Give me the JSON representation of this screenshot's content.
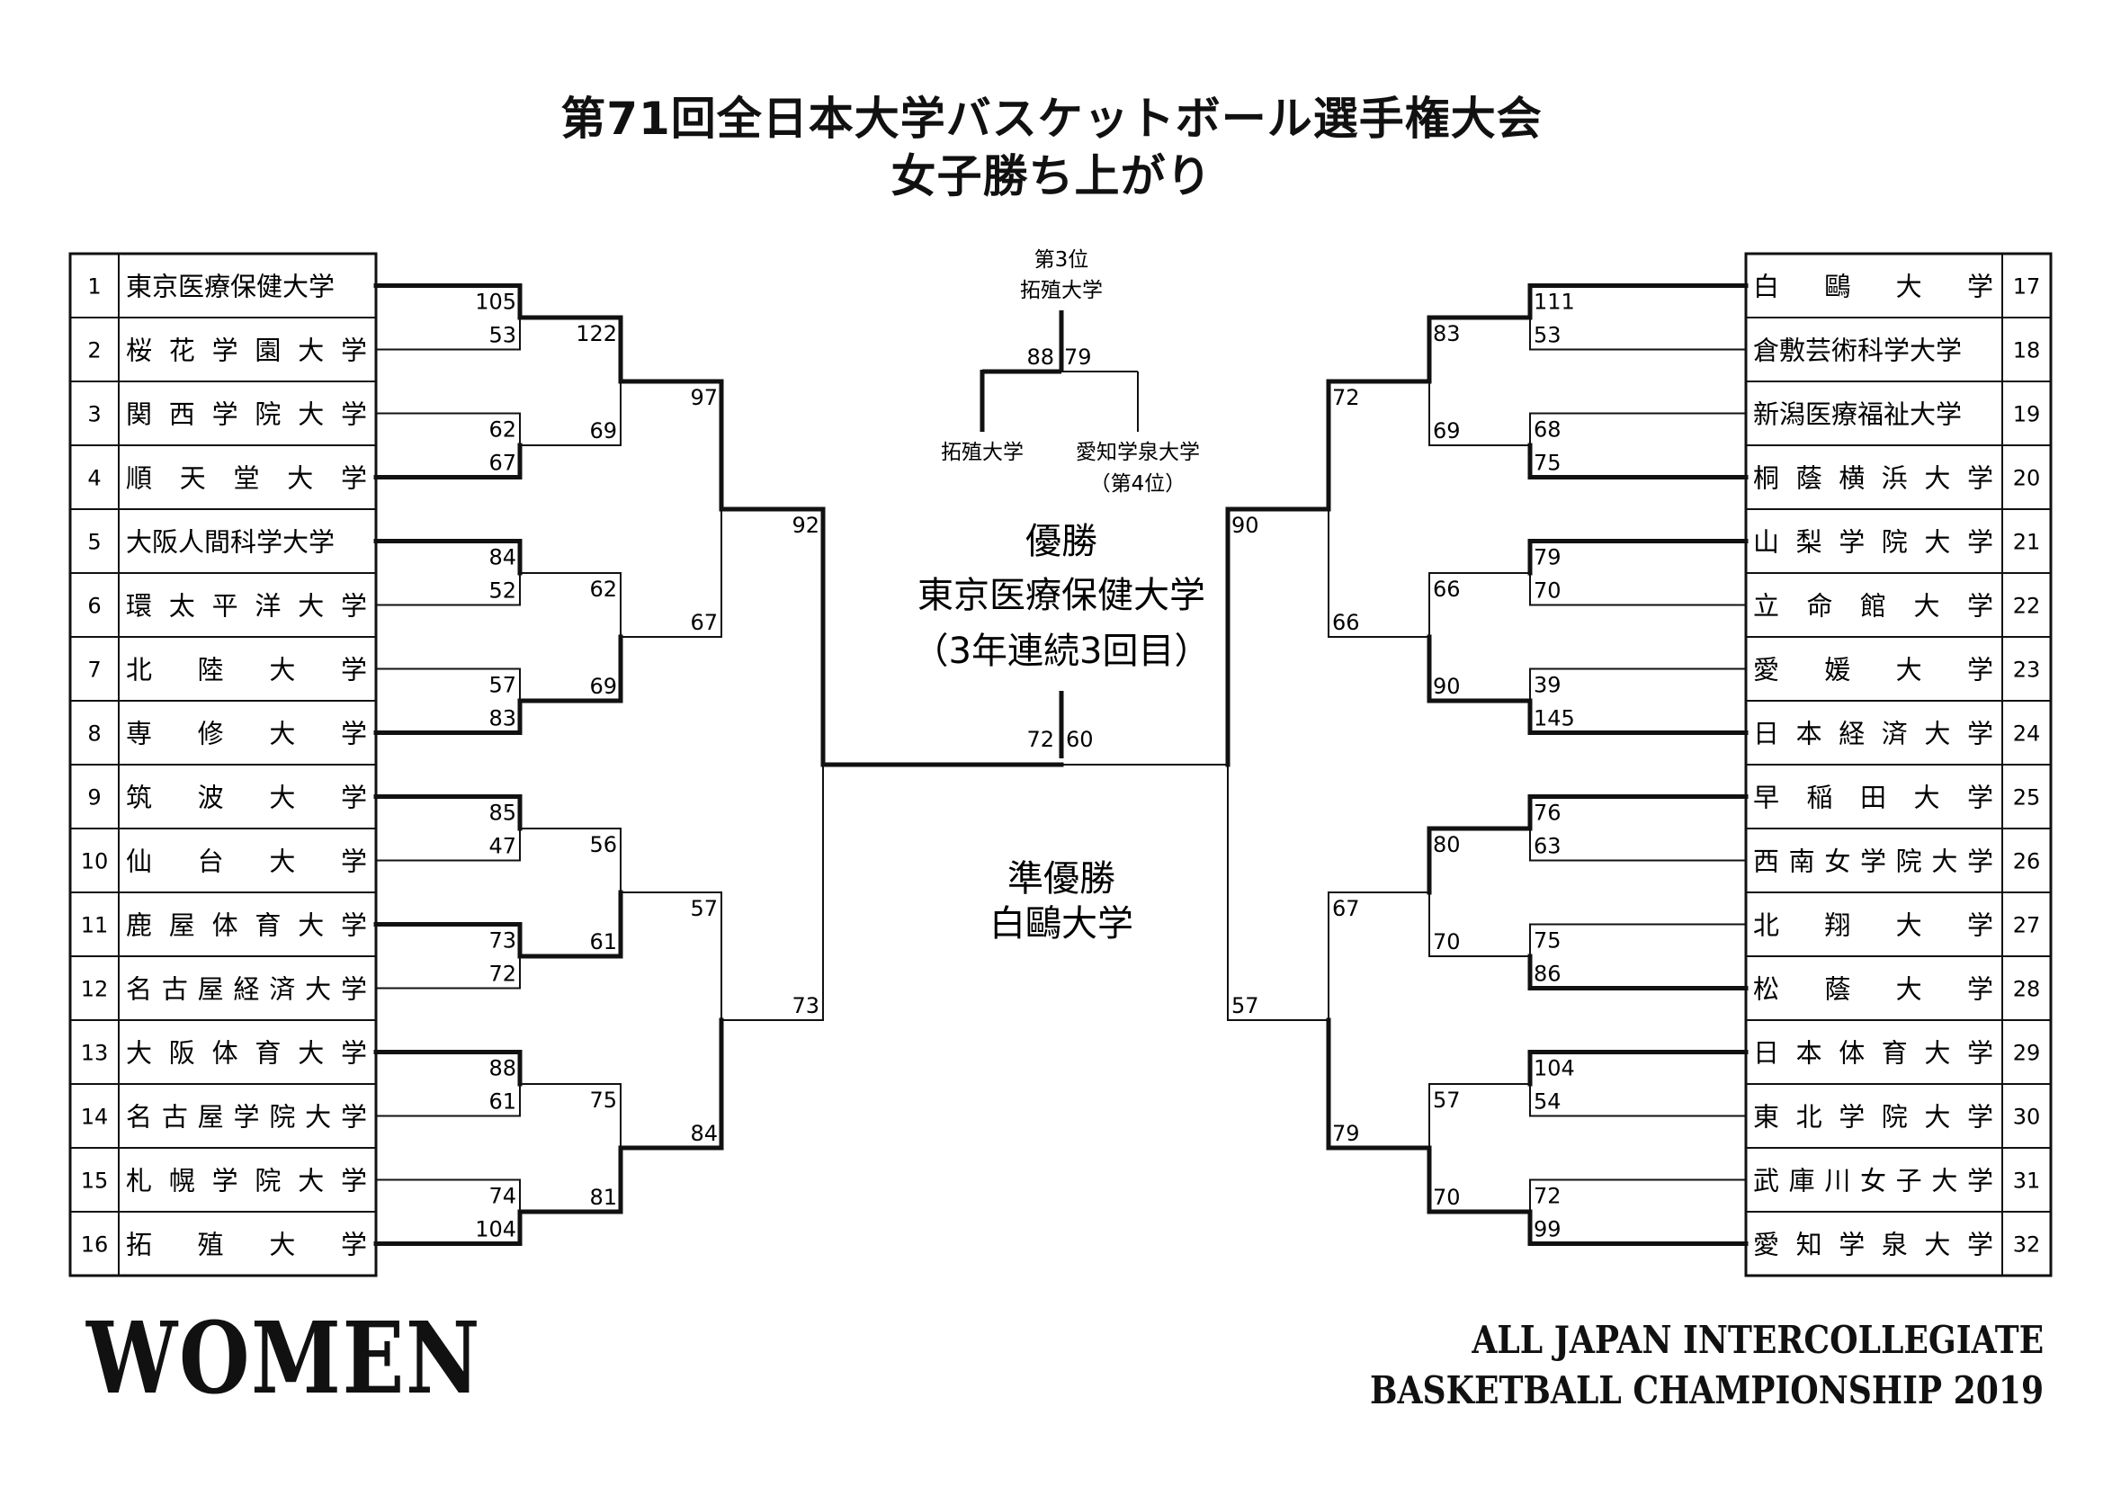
{
  "title": {
    "line1": "第71回全日本大学バスケットボール選手権大会",
    "line2": "女子勝ち上がり"
  },
  "left_teams": [
    {
      "seed": "1",
      "name": "東京医療保健大学",
      "spaced": false
    },
    {
      "seed": "2",
      "name": "桜花学園大学",
      "spaced": true
    },
    {
      "seed": "3",
      "name": "関西学院大学",
      "spaced": true
    },
    {
      "seed": "4",
      "name": "順天堂大学",
      "spaced": true
    },
    {
      "seed": "5",
      "name": "大阪人間科学大学",
      "spaced": false
    },
    {
      "seed": "6",
      "name": "環太平洋大学",
      "spaced": true
    },
    {
      "seed": "7",
      "name": "北陸大学",
      "spaced": true
    },
    {
      "seed": "8",
      "name": "専修大学",
      "spaced": true
    },
    {
      "seed": "9",
      "name": "筑波大学",
      "spaced": true
    },
    {
      "seed": "10",
      "name": "仙台大学",
      "spaced": true
    },
    {
      "seed": "11",
      "name": "鹿屋体育大学",
      "spaced": true
    },
    {
      "seed": "12",
      "name": "名古屋経済大学",
      "spaced": true
    },
    {
      "seed": "13",
      "name": "大阪体育大学",
      "spaced": true
    },
    {
      "seed": "14",
      "name": "名古屋学院大学",
      "spaced": true
    },
    {
      "seed": "15",
      "name": "札幌学院大学",
      "spaced": true
    },
    {
      "seed": "16",
      "name": "拓殖大学",
      "spaced": true
    }
  ],
  "right_teams": [
    {
      "seed": "17",
      "name": "白鷗大学",
      "spaced": true
    },
    {
      "seed": "18",
      "name": "倉敷芸術科学大学",
      "spaced": false
    },
    {
      "seed": "19",
      "name": "新潟医療福祉大学",
      "spaced": false
    },
    {
      "seed": "20",
      "name": "桐蔭横浜大学",
      "spaced": true
    },
    {
      "seed": "21",
      "name": "山梨学院大学",
      "spaced": true
    },
    {
      "seed": "22",
      "name": "立命館大学",
      "spaced": true
    },
    {
      "seed": "23",
      "name": "愛媛大学",
      "spaced": true
    },
    {
      "seed": "24",
      "name": "日本経済大学",
      "spaced": true
    },
    {
      "seed": "25",
      "name": "早稲田大学",
      "spaced": true
    },
    {
      "seed": "26",
      "name": "西南女学院大学",
      "spaced": true
    },
    {
      "seed": "27",
      "name": "北翔大学",
      "spaced": true
    },
    {
      "seed": "28",
      "name": "松蔭大学",
      "spaced": true
    },
    {
      "seed": "29",
      "name": "日本体育大学",
      "spaced": true
    },
    {
      "seed": "30",
      "name": "東北学院大学",
      "spaced": true
    },
    {
      "seed": "31",
      "name": "武庫川女子大学",
      "spaced": true
    },
    {
      "seed": "32",
      "name": "愛知学泉大学",
      "spaced": true
    }
  ],
  "left_scores": {
    "r1": [
      [
        "105",
        "53"
      ],
      [
        "62",
        "67"
      ],
      [
        "84",
        "52"
      ],
      [
        "57",
        "83"
      ],
      [
        "85",
        "47"
      ],
      [
        "73",
        "72"
      ],
      [
        "88",
        "61"
      ],
      [
        "74",
        "104"
      ]
    ],
    "r2": [
      [
        "122",
        "69"
      ],
      [
        "62",
        "69"
      ],
      [
        "56",
        "61"
      ],
      [
        "75",
        "81"
      ]
    ],
    "r3": [
      [
        "97",
        "67"
      ],
      [
        "57",
        "84"
      ]
    ],
    "r4": [
      [
        "92",
        "73"
      ]
    ]
  },
  "right_scores": {
    "r1": [
      [
        "111",
        "53"
      ],
      [
        "68",
        "75"
      ],
      [
        "79",
        "70"
      ],
      [
        "39",
        "145"
      ],
      [
        "76",
        "63"
      ],
      [
        "75",
        "86"
      ],
      [
        "104",
        "54"
      ],
      [
        "72",
        "99"
      ]
    ],
    "r2": [
      [
        "83",
        "69"
      ],
      [
        "66",
        "90"
      ],
      [
        "80",
        "70"
      ],
      [
        "57",
        "70"
      ]
    ],
    "r3": [
      [
        "72",
        "66"
      ],
      [
        "67",
        "79"
      ]
    ],
    "r4": [
      [
        "90",
        "57"
      ]
    ]
  },
  "winners": {
    "left": {
      "r1": [
        0,
        1,
        0,
        1,
        0,
        0,
        0,
        1
      ],
      "r2": [
        0,
        1,
        1,
        1
      ],
      "r3": [
        0,
        1
      ],
      "r4": [
        0
      ]
    },
    "right": {
      "r1": [
        0,
        1,
        0,
        1,
        0,
        1,
        0,
        1
      ],
      "r2": [
        0,
        1,
        0,
        1
      ],
      "r3": [
        0,
        1
      ],
      "r4": [
        0
      ]
    }
  },
  "final": {
    "left_score": "72",
    "right_score": "60"
  },
  "champion": {
    "label": "優勝",
    "team": "東京医療保健大学",
    "note": "（3年連続3回目）"
  },
  "runner_up": {
    "label": "準優勝",
    "team": "白鷗大学"
  },
  "third_place": {
    "label": "第3位",
    "team": "拓殖大学",
    "left_team": "拓殖大学",
    "right_team": "愛知学泉大学",
    "right_note": "（第4位）",
    "left_score": "88",
    "right_score": "79"
  },
  "footer": {
    "women": "WOMEN",
    "english_line1": "ALL JAPAN INTERCOLLEGIATE",
    "english_line2": "BASKETBALL CHAMPIONSHIP 2019"
  },
  "colors": {
    "ink": "#111111",
    "paper": "#ffffff"
  }
}
